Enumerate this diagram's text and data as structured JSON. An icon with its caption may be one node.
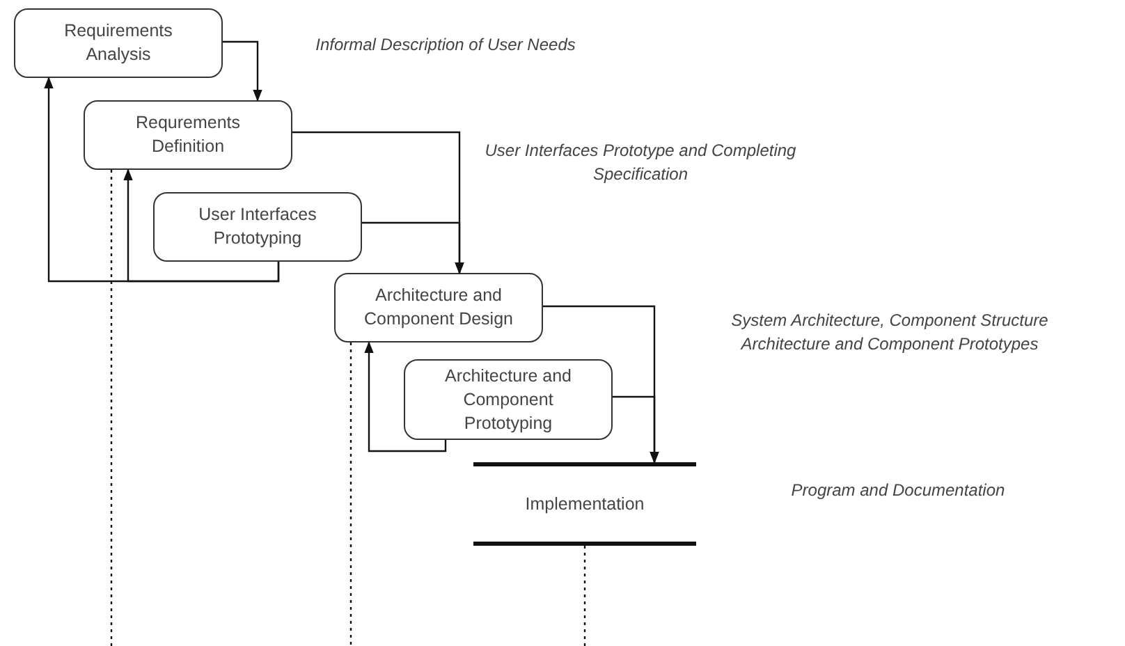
{
  "diagram": {
    "nodes": [
      {
        "text": [
          "Requirements Analysis"
        ]
      },
      {
        "text": [
          "Requrements Definition"
        ]
      },
      {
        "text": [
          "User Interfaces Prototyping"
        ]
      },
      {
        "text": [
          "Architecture and Component Design"
        ]
      },
      {
        "text": [
          "Architecture and Component Prototyping"
        ]
      },
      {
        "text": [
          "Implementation"
        ]
      }
    ],
    "edges": [
      {
        "from": 0,
        "to": 1,
        "arrow": "to"
      },
      {
        "from": 1,
        "to": 3,
        "arrow": "to"
      },
      {
        "from": 2,
        "to": 3,
        "arrow": "to"
      },
      {
        "from": 2,
        "to": 0,
        "arrow": "to"
      },
      {
        "from": 2,
        "to": 1,
        "arrow": "to"
      },
      {
        "from": 3,
        "to": 5,
        "arrow": "to"
      },
      {
        "from": 4,
        "to": 5,
        "arrow": "to"
      },
      {
        "from": 4,
        "to": 3,
        "arrow": "to"
      },
      {
        "from": 1,
        "to": null,
        "arrow": "none",
        "style": "dashed"
      },
      {
        "from": 3,
        "to": null,
        "arrow": "none",
        "style": "dashed"
      },
      {
        "from": 5,
        "to": null,
        "arrow": "none",
        "style": "dashed"
      }
    ],
    "labels": [
      "Informal Description of User Needs",
      "User Interfaces Prototype and Completing Specification",
      "System Architecture, Component Structure Architecture and Component Prototypes",
      "Program and Documentation"
    ]
  }
}
